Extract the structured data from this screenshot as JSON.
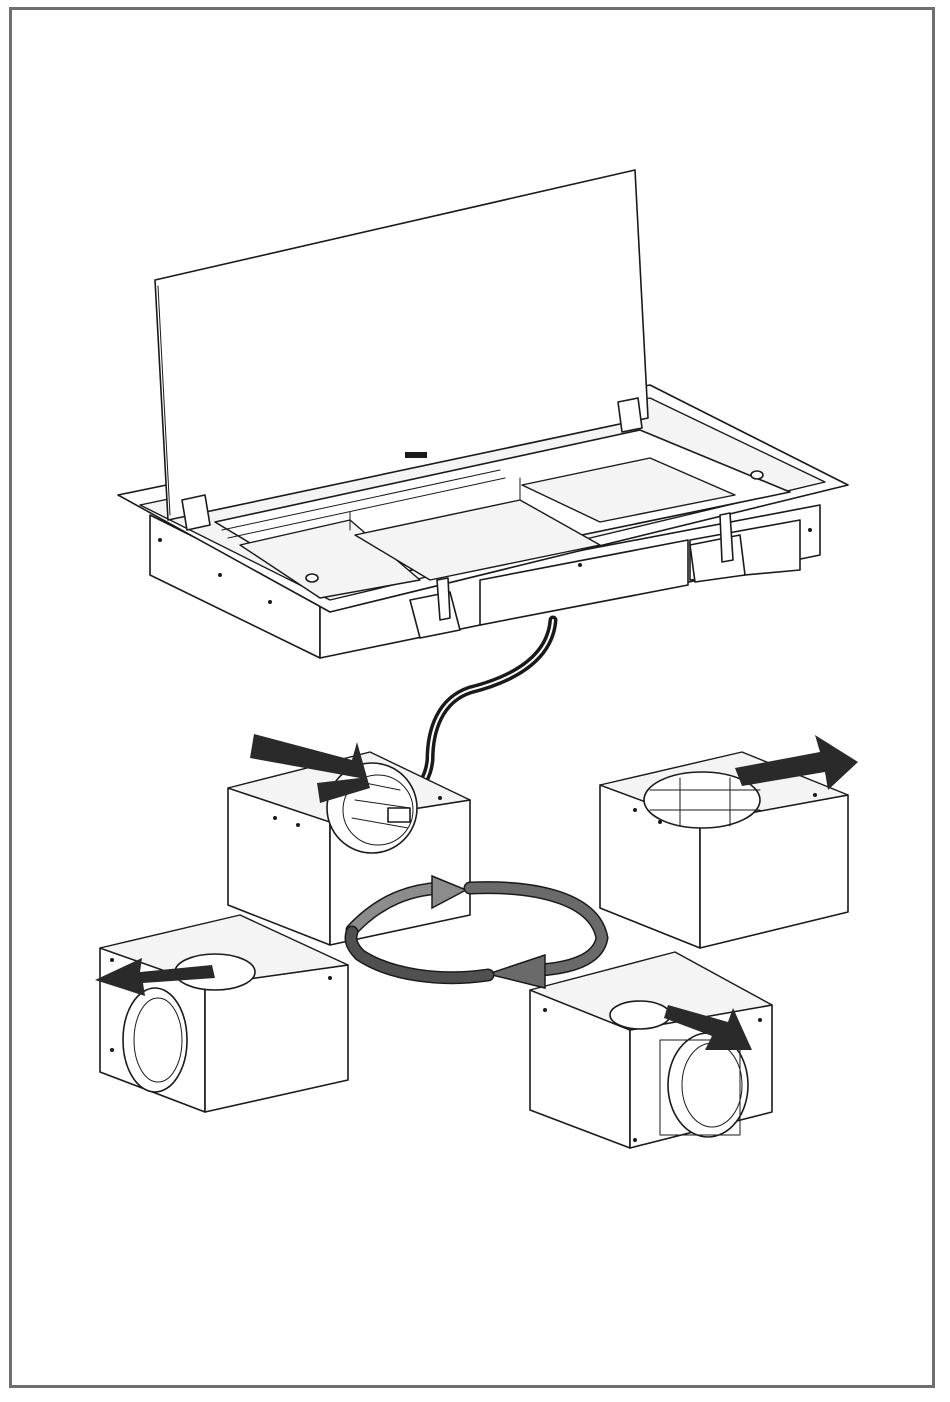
{
  "figure": {
    "frame_color": "#6f6f6f",
    "line_color": "#1a1a1a",
    "flow_arrow_color": "#2a2a2a",
    "rotation_arrow_colors": [
      "#8c8c8c",
      "#6a6a6a",
      "#505050"
    ],
    "parts": [
      "downdraft-hood-with-open-lid",
      "flexible-connection-cable",
      "motor-unit-outlet-rear-left",
      "motor-unit-outlet-rear-right",
      "motor-unit-outlet-front-left",
      "motor-unit-outlet-front-right",
      "rotation-indicator-arrows"
    ]
  }
}
